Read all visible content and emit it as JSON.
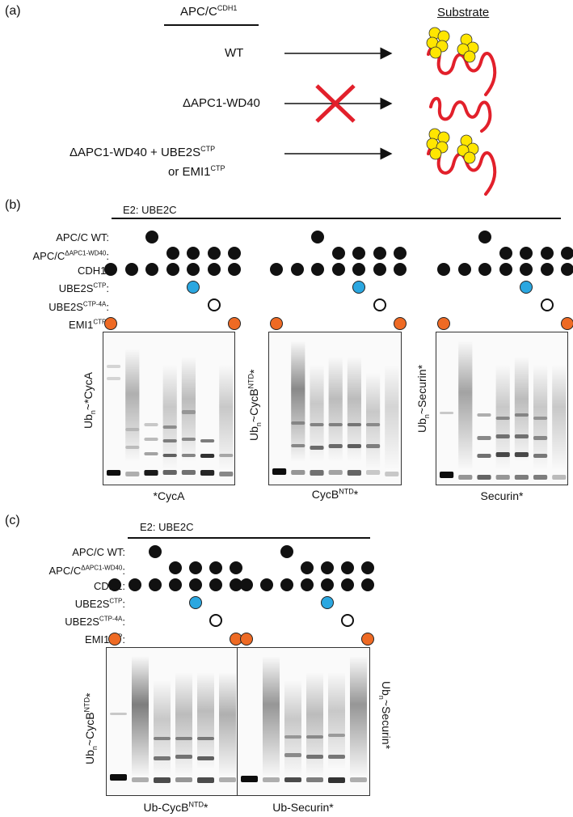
{
  "panel_a": {
    "label": "(a)",
    "header_left_main": "APC/C",
    "header_left_sup": "CDH1",
    "header_right": "Substrate",
    "row1": "WT",
    "row2": "ΔAPC1-WD40",
    "row3_line1_main": "ΔAPC1-WD40 + UBE2S",
    "row3_line1_sup": "CTP",
    "row3_line2_main": "or EMI1",
    "row3_line2_sup": "CTP"
  },
  "panel_b": {
    "label": "(b)",
    "e2": "E2: UBE2C",
    "rows": {
      "apc_wt": "APC/C WT:",
      "apc_mut_main": "APC/C",
      "apc_mut_sup": "ΔAPC1-WD40",
      "apc_mut_colon": ":",
      "cdh1": "CDH1:",
      "ube2s_main": "UBE2S",
      "ube2s_sup": "CTP",
      "ube2s_colon": ":",
      "ube2s4a_main": "UBE2S",
      "ube2s4a_sup": "CTP-4A",
      "ube2s4a_colon": ":",
      "emi1_main": "EMI1",
      "emi1_sup": "CTP",
      "emi1_colon": ":"
    },
    "gels": [
      {
        "side_pre": "Ub",
        "side_sub": "n",
        "side_post": "~*CycA",
        "side_sup": "",
        "side_tail": "",
        "cap_main": "*CycA",
        "cap_sup": "",
        "cap_tail": ""
      },
      {
        "side_pre": "Ub",
        "side_sub": "n",
        "side_post": "~CycB",
        "side_sup": "NTD",
        "side_tail": "*",
        "cap_main": "CycB",
        "cap_sup": "NTD",
        "cap_tail": "*"
      },
      {
        "side_pre": "Ub",
        "side_sub": "n",
        "side_post": "~Securin*",
        "side_sup": "",
        "side_tail": "",
        "cap_main": "Securin*",
        "cap_sup": "",
        "cap_tail": ""
      }
    ]
  },
  "panel_c": {
    "label": "(c)",
    "e2": "E2: UBE2C",
    "left_side_pre": "Ub",
    "left_side_sub": "n",
    "left_side_post": "~CycB",
    "left_side_sup": "NTD",
    "left_side_tail": "*",
    "right_side_pre": "Ub",
    "right_side_sub": "n",
    "right_side_post": "~Securin*",
    "cap_left_main": "Ub-CycB",
    "cap_left_sup": "NTD",
    "cap_left_tail": "*",
    "cap_right": "Ub-Securin*"
  },
  "colors": {
    "ring": "#e2202b",
    "ub": "#ffe600",
    "blue_dot": "#2ba7e0",
    "orange_dot": "#ee6a24"
  }
}
